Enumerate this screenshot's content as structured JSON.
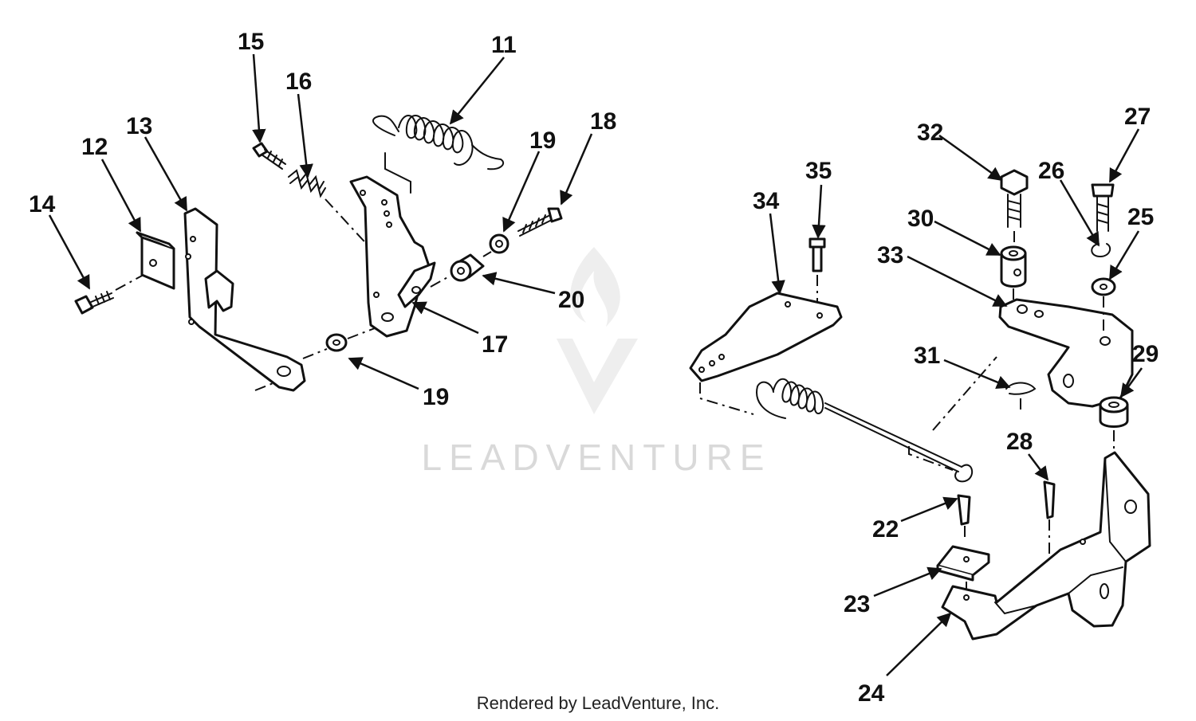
{
  "callouts": {
    "c11": "11",
    "c12": "12",
    "c13": "13",
    "c14": "14",
    "c15": "15",
    "c16": "16",
    "c17": "17",
    "c18": "18",
    "c19a": "19",
    "c19b": "19",
    "c20": "20",
    "c22": "22",
    "c23": "23",
    "c24": "24",
    "c25": "25",
    "c26": "26",
    "c27": "27",
    "c28": "28",
    "c29": "29",
    "c30": "30",
    "c31": "31",
    "c32": "32",
    "c33": "33",
    "c34": "34",
    "c35": "35"
  },
  "watermark": {
    "text": "LEADVENTURE"
  },
  "credit": "Rendered by LeadVenture, Inc."
}
